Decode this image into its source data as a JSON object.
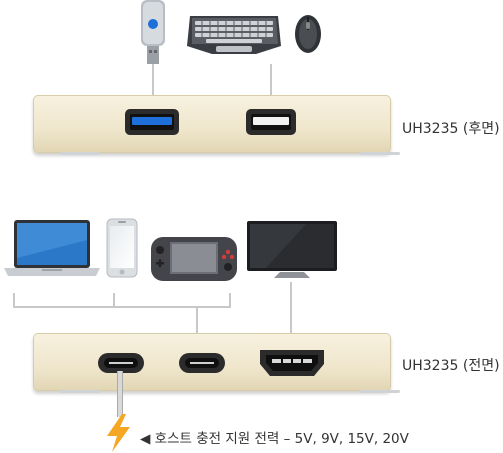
{
  "rear": {
    "label": "UH3235 (후면)"
  },
  "front": {
    "label": "UH3235 (전면)"
  },
  "charging": {
    "text": "◀ 호스트 충전 지원 전력 – 5V, 9V, 15V, 20V"
  },
  "colors": {
    "hub_body": "#efe6cc",
    "usb_blue": "#1e6fd9",
    "lightning": "#f5a623",
    "connector_line": "#c8c8c8"
  }
}
